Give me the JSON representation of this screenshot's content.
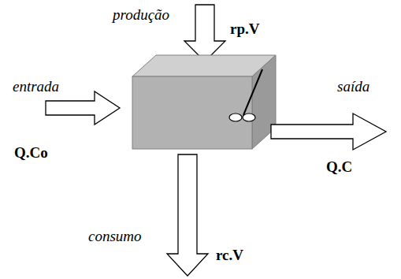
{
  "diagram": {
    "labels": [
      "produção",
      "rp.V",
      "entrada",
      "Q.Co",
      "saída",
      "Q.C",
      "consumo",
      "rc.V"
    ]
  }
}
